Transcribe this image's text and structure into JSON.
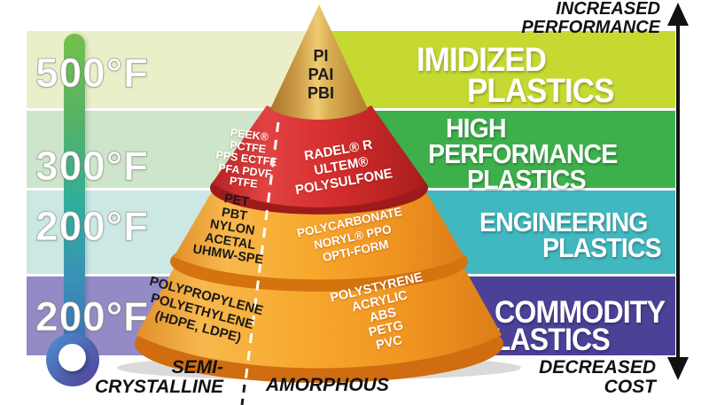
{
  "annotations": {
    "increased_line1": "INCREASED",
    "increased_line2": "PERFORMANCE",
    "decreased_line1": "DECREASED",
    "decreased_line2": "COST",
    "semi_line1": "SEMI-",
    "semi_line2": "CRYSTALLINE",
    "amorphous": "AMORPHOUS"
  },
  "thermometer": {
    "temps": [
      "500°F",
      "300°F",
      "200°F",
      "200°F"
    ]
  },
  "bands": [
    {
      "label_line1": "IMIDIZED",
      "label_line2": "PLASTICS",
      "left_color": "#ebefc9",
      "right_color": "#c6d931"
    },
    {
      "label_line1": "HIGH",
      "label_line2": "PERFORMANCE",
      "label_line3": "PLASTICS",
      "left_color": "#cde6cb",
      "right_color": "#3db04c"
    },
    {
      "label_line1": "ENGINEERING",
      "label_line2": "PLASTICS",
      "left_color": "#cbe8e4",
      "right_color": "#41b8bf"
    },
    {
      "label_line1": "COMMODITY",
      "label_line2": "PLASTICS",
      "left_color": "#938ac6",
      "right_color": "#4b4197"
    }
  ],
  "cone": {
    "colors": {
      "imidized_tier": "#d9a74f",
      "high_performance_tier": "#d62e2e",
      "engineering_tier": "#f5a623",
      "commodity_tier": "#f09421"
    },
    "imidized": {
      "center": [
        "PI",
        "PAI",
        "PBI"
      ]
    },
    "high_performance": {
      "left": [
        "PEEK®",
        "PCTFE",
        "PPS ECTFE",
        "PFA PDVF",
        "PTFE"
      ],
      "right": [
        "RADEL® R",
        "ULTEM®",
        "POLYSULFONE"
      ]
    },
    "engineering": {
      "left": [
        "PET",
        "PBT",
        "NYLON",
        "ACETAL",
        "UHMW-SPE"
      ],
      "right": [
        "POLYCARBONATE",
        "NORYL® PPO",
        "OPTI-FORM"
      ]
    },
    "commodity": {
      "left": [
        "POLYPROPYLENE",
        "POLYETHYLENE",
        "(HDPE, LDPE)"
      ],
      "right": [
        "POLYSTYRENE",
        "ACRYLIC",
        "ABS",
        "PETG",
        "PVC"
      ]
    }
  }
}
